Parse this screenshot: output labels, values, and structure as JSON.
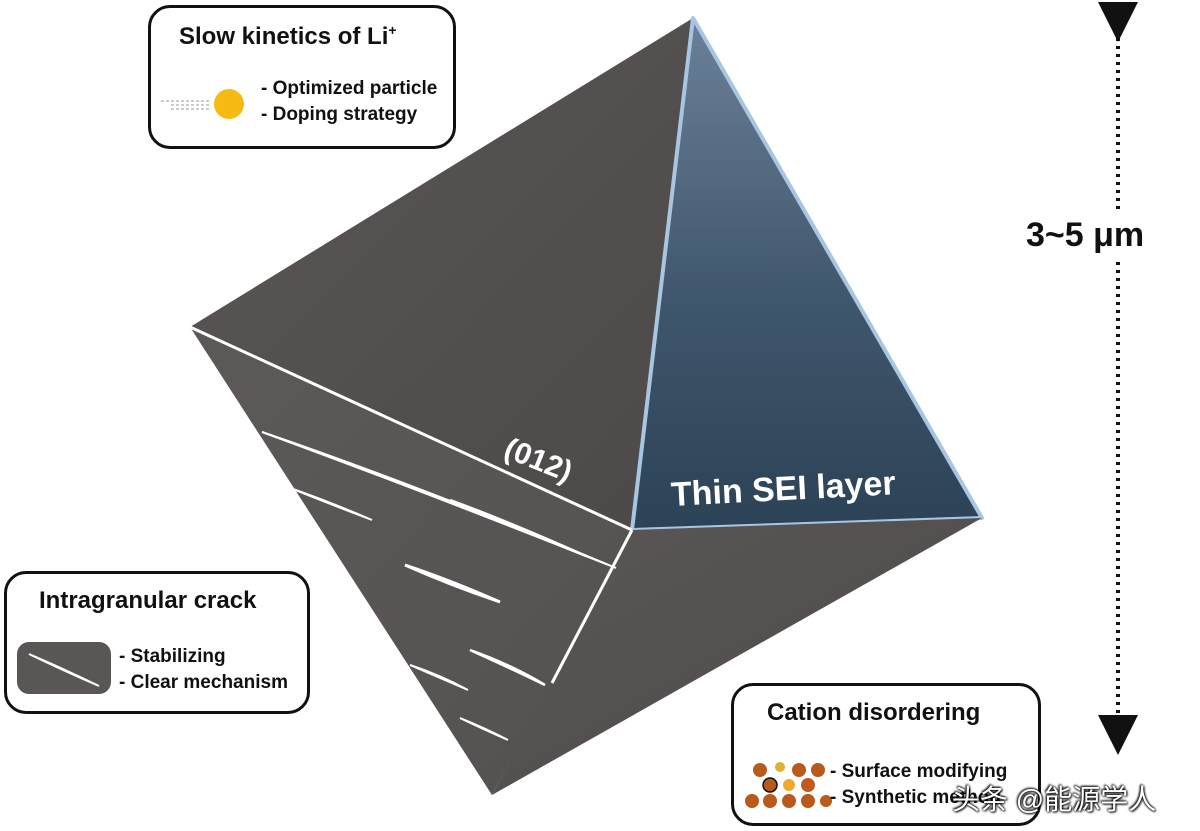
{
  "facets": {
    "plane_label": "(012)",
    "sei_label": "Thin SEI layer"
  },
  "scale": {
    "label": "3~5 μm"
  },
  "boxes": {
    "kinetics": {
      "title": "Slow kinetics of Li",
      "title_sup": "+",
      "items": [
        "- Optimized particle",
        "- Doping strategy"
      ]
    },
    "crack": {
      "title": "Intragranular crack",
      "items": [
        "- Stabilizing",
        "- Clear mechanism"
      ]
    },
    "cation": {
      "title": "Cation disordering",
      "items": [
        "- Surface modifying",
        "- Synthetic method"
      ]
    }
  },
  "watermark": "头条 @能源学人",
  "colors": {
    "crystal_dark": "#54504f",
    "crystal_mid": "#615d5c",
    "sei_top": "#5e748c",
    "sei_bottom": "#2f4659",
    "sei_edge": "#a8c6e2",
    "particle_yellow": "#f6bb12",
    "dot_brown": "#b85a1c",
    "dot_orange": "#e08a2e"
  }
}
